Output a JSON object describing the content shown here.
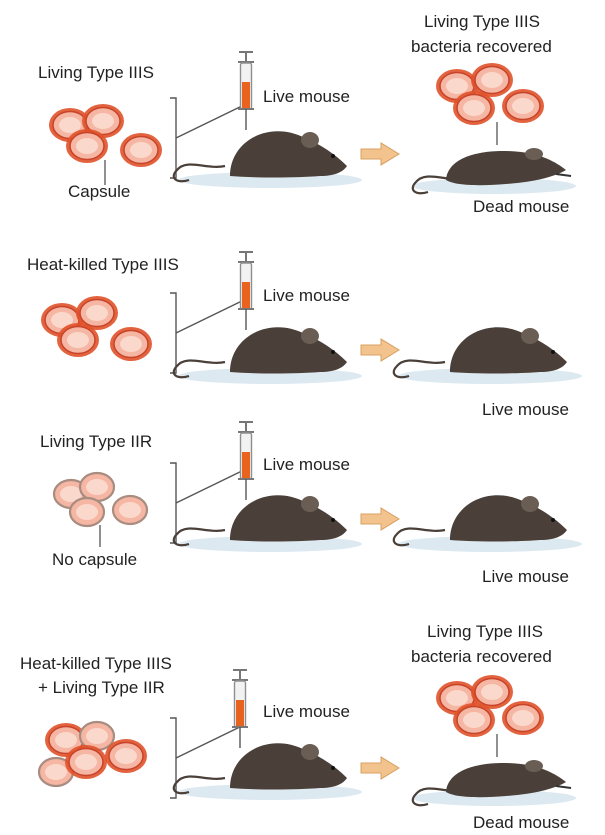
{
  "colors": {
    "mouse_body": "#4a4039",
    "mouse_ear": "#6a5e54",
    "shadow": "#dde9f1",
    "capsule": "#e0522a",
    "cell_fill": "#f6b6a4",
    "cell_inner": "#fbd8cc",
    "cell_no_capsule_border": "#a98c80",
    "arrow": "#f2c38c",
    "syringe_liquid": "#e8631e",
    "syringe_barrel": "#8f8f8f",
    "line": "#555555"
  },
  "panels": [
    {
      "bacteria_label": "Living Type IIIS",
      "bacteria_label_2": "",
      "cell_note": "Capsule",
      "injection_label": "Live mouse",
      "result_top_1": "Living Type IIIS",
      "result_top_2": "bacteria recovered",
      "result_bottom": "Dead mouse",
      "capsule": true,
      "outcome": "dead"
    },
    {
      "bacteria_label": "Heat-killed Type IIIS",
      "bacteria_label_2": "",
      "cell_note": "",
      "injection_label": "Live mouse",
      "result_top_1": "",
      "result_top_2": "",
      "result_bottom": "Live mouse",
      "capsule": true,
      "outcome": "live"
    },
    {
      "bacteria_label": "Living Type IIR",
      "bacteria_label_2": "",
      "cell_note": "No capsule",
      "injection_label": "Live mouse",
      "result_top_1": "",
      "result_top_2": "",
      "result_bottom": "Live mouse",
      "capsule": false,
      "outcome": "live"
    },
    {
      "bacteria_label": "Heat-killed Type IIIS",
      "bacteria_label_2": "+ Living Type IIR",
      "cell_note": "",
      "injection_label": "Live mouse",
      "result_top_1": "Living Type IIIS",
      "result_top_2": "bacteria recovered",
      "result_bottom": "Dead mouse",
      "capsule": "mixed",
      "outcome": "dead"
    }
  ]
}
